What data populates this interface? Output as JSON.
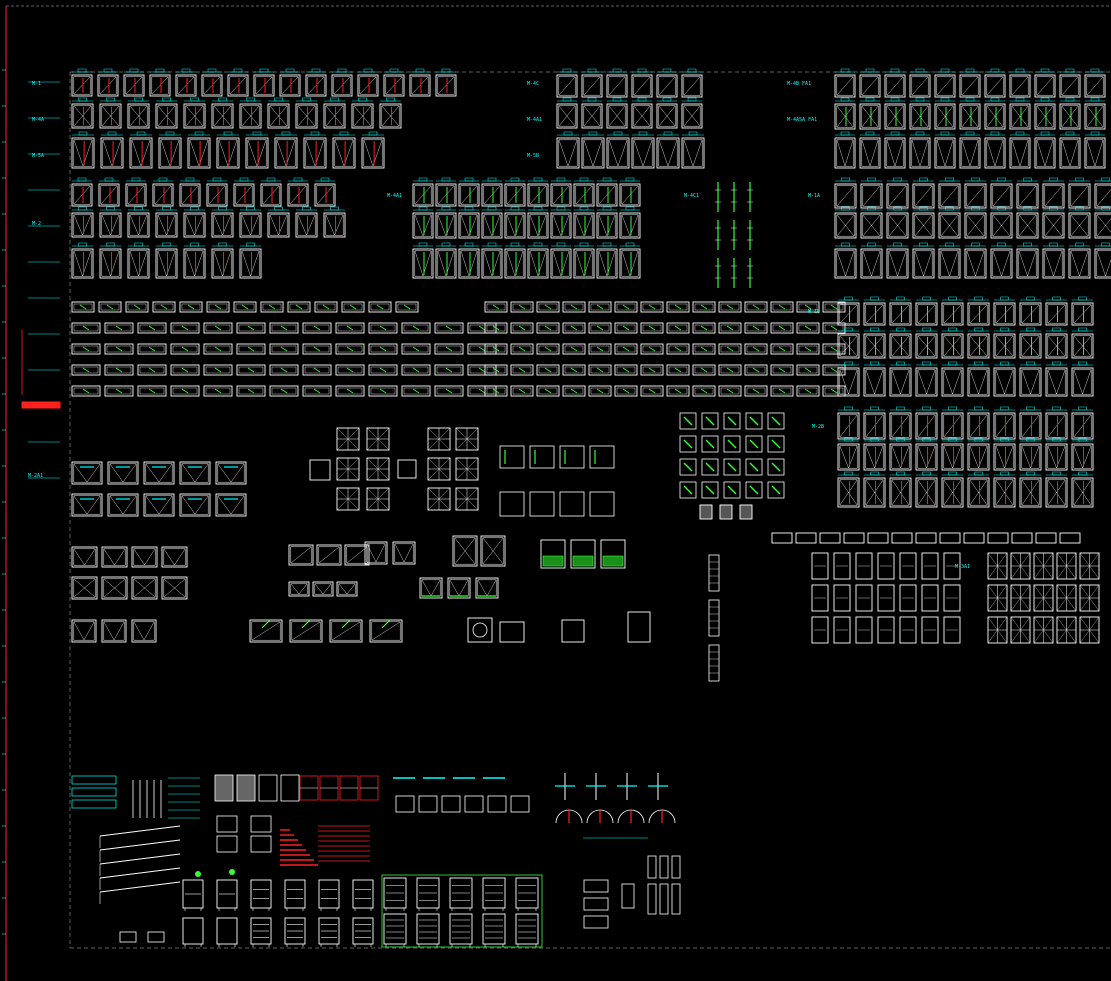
{
  "colors": {
    "background": "#000000",
    "line_white": "#ffffff",
    "line_cyan": "#00ffff",
    "line_red": "#ff2020",
    "line_green": "#33ff33",
    "frame_dashed": "#bbbbbb"
  },
  "labels": {
    "block_a1": "M-1",
    "block_a2": "M-4A",
    "block_a3": "M-5A",
    "block_b1": "M-4C",
    "block_b2": "M-4A1",
    "block_b3": "M-5B",
    "block_c1": "M-4B FA1",
    "block_c2": "M-4A5A FA1",
    "block_d1": "M-2",
    "block_e1": "M-4A1",
    "block_f1": "M-4C1",
    "block_g1": "M-1A",
    "block_h1": "M-1B",
    "block_i1": "M-2A1",
    "block_j1": "M-2B",
    "block_k1": "M-3A1"
  },
  "icons": {
    "window_cell": "window-panel-icon",
    "door_cell": "door-leaf-icon",
    "cabinet": "cabinet-icon",
    "fan": "arched-fan-icon"
  }
}
